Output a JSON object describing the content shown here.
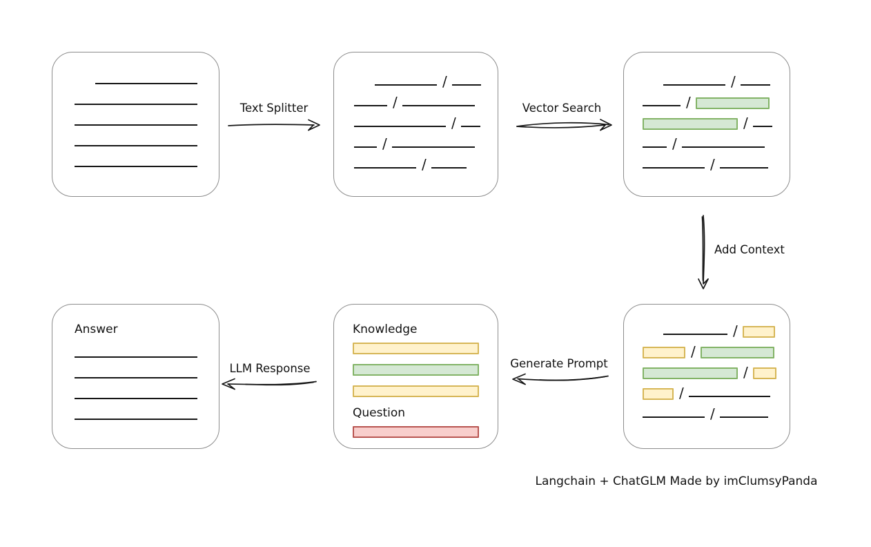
{
  "colors": {
    "text": "#111111",
    "line": "#151515",
    "box_stroke": "#8c8c8c",
    "green_fill": "#d5e8d4",
    "green_stroke": "#82b366",
    "yellow_fill": "#fff2cc",
    "yellow_stroke": "#d6b656",
    "red_fill": "#f8cecc",
    "red_stroke": "#b85450"
  },
  "glyphs": {
    "slash": "/"
  },
  "caption": {
    "text": "Langchain + ChatGLM Made by imClumsyPanda"
  },
  "arrows": {
    "text_splitter": {
      "label": "Text Splitter",
      "direction": "right"
    },
    "vector_search": {
      "label": "Vector Search",
      "direction": "right"
    },
    "add_context": {
      "label": "Add Context",
      "direction": "down"
    },
    "generate_prompt": {
      "label": "Generate Prompt",
      "direction": "left"
    },
    "llm_response": {
      "label": "LLM Response",
      "direction": "left"
    }
  },
  "boxes": {
    "source_document": {
      "rows": [
        [
          {
            "t": "gap",
            "w": 30
          },
          {
            "t": "line",
            "w": 148
          }
        ],
        [
          {
            "t": "line",
            "w": 178
          }
        ],
        [
          {
            "t": "line",
            "w": 178
          }
        ],
        [
          {
            "t": "line",
            "w": 178
          }
        ],
        [
          {
            "t": "line",
            "w": 178
          }
        ]
      ]
    },
    "split_chunks": {
      "rows": [
        [
          {
            "t": "gap",
            "w": 30
          },
          {
            "t": "line",
            "w": 90
          },
          {
            "t": "slash"
          },
          {
            "t": "line",
            "w": 42
          }
        ],
        [
          {
            "t": "line",
            "w": 48
          },
          {
            "t": "slash"
          },
          {
            "t": "line",
            "w": 105
          }
        ],
        [
          {
            "t": "line",
            "w": 133
          },
          {
            "t": "slash"
          },
          {
            "t": "line",
            "w": 28
          }
        ],
        [
          {
            "t": "line",
            "w": 33
          },
          {
            "t": "slash"
          },
          {
            "t": "line",
            "w": 120
          }
        ],
        [
          {
            "t": "line",
            "w": 90
          },
          {
            "t": "slash"
          },
          {
            "t": "line",
            "w": 51
          }
        ]
      ]
    },
    "matched_chunks": {
      "rows": [
        [
          {
            "t": "gap",
            "w": 30
          },
          {
            "t": "line",
            "w": 90
          },
          {
            "t": "slash"
          },
          {
            "t": "line",
            "w": 43
          }
        ],
        [
          {
            "t": "line",
            "w": 55
          },
          {
            "t": "slash"
          },
          {
            "t": "green",
            "w": 107
          }
        ],
        [
          {
            "t": "green",
            "w": 138
          },
          {
            "t": "slash"
          },
          {
            "t": "line",
            "w": 28
          }
        ],
        [
          {
            "t": "line",
            "w": 35
          },
          {
            "t": "slash"
          },
          {
            "t": "line",
            "w": 120
          }
        ],
        [
          {
            "t": "line",
            "w": 90
          },
          {
            "t": "slash"
          },
          {
            "t": "line",
            "w": 70
          }
        ]
      ]
    },
    "context_chunks": {
      "rows": [
        [
          {
            "t": "gap",
            "w": 30
          },
          {
            "t": "line",
            "w": 93
          },
          {
            "t": "slash"
          },
          {
            "t": "yellow",
            "w": 47
          }
        ],
        [
          {
            "t": "yellow",
            "w": 62
          },
          {
            "t": "slash"
          },
          {
            "t": "green",
            "w": 107
          }
        ],
        [
          {
            "t": "green",
            "w": 138
          },
          {
            "t": "slash"
          },
          {
            "t": "yellow",
            "w": 34
          }
        ],
        [
          {
            "t": "yellow",
            "w": 45
          },
          {
            "t": "slash"
          },
          {
            "t": "line",
            "w": 118
          }
        ],
        [
          {
            "t": "line",
            "w": 90
          },
          {
            "t": "slash"
          },
          {
            "t": "line",
            "w": 70
          }
        ]
      ]
    },
    "prompt": {
      "knowledge_label": "Knowledge",
      "knowledge_bars": [
        "yellow",
        "green",
        "yellow"
      ],
      "question_label": "Question",
      "question_bars": [
        "red"
      ]
    },
    "answer": {
      "title": "Answer",
      "rows": [
        [
          {
            "t": "line",
            "w": 178
          }
        ],
        [
          {
            "t": "line",
            "w": 178
          }
        ],
        [
          {
            "t": "line",
            "w": 178
          }
        ],
        [
          {
            "t": "line",
            "w": 178
          }
        ]
      ]
    }
  }
}
